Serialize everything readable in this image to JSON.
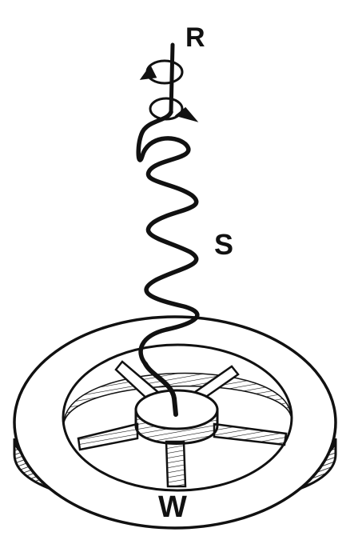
{
  "figure": {
    "labels": {
      "top": "R",
      "spring": "S",
      "wheel": "W"
    },
    "ink_color": "#111111",
    "paper_color": "#ffffff"
  }
}
